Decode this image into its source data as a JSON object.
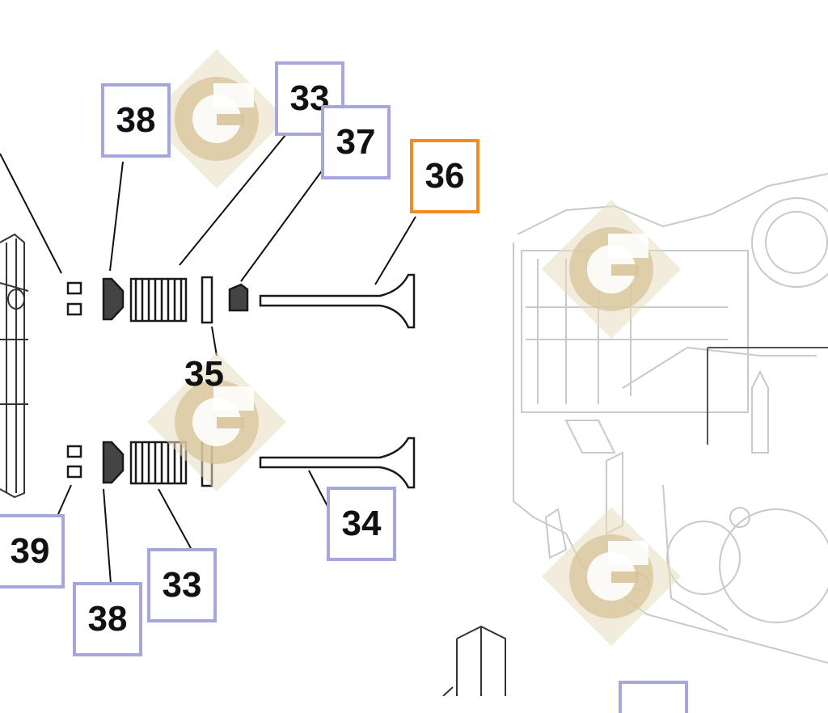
{
  "colors": {
    "callout_border": "#a6a6de",
    "selected_border": "#f28c1e",
    "leader_line": "#111111",
    "part_outline": "#1a1a1a",
    "background_part": "#c9c9c9",
    "watermark": "#d8c49a"
  },
  "callouts": {
    "c38_top": "38",
    "c33_top": "33",
    "c37": "37",
    "c36": "36",
    "c35": "35",
    "c34": "34",
    "c39": "39",
    "c33_bottom": "33",
    "c38_bottom": "38"
  },
  "selected_part": "36",
  "watermark_logo": "G-in-diamond logo (repeated 4 times)"
}
